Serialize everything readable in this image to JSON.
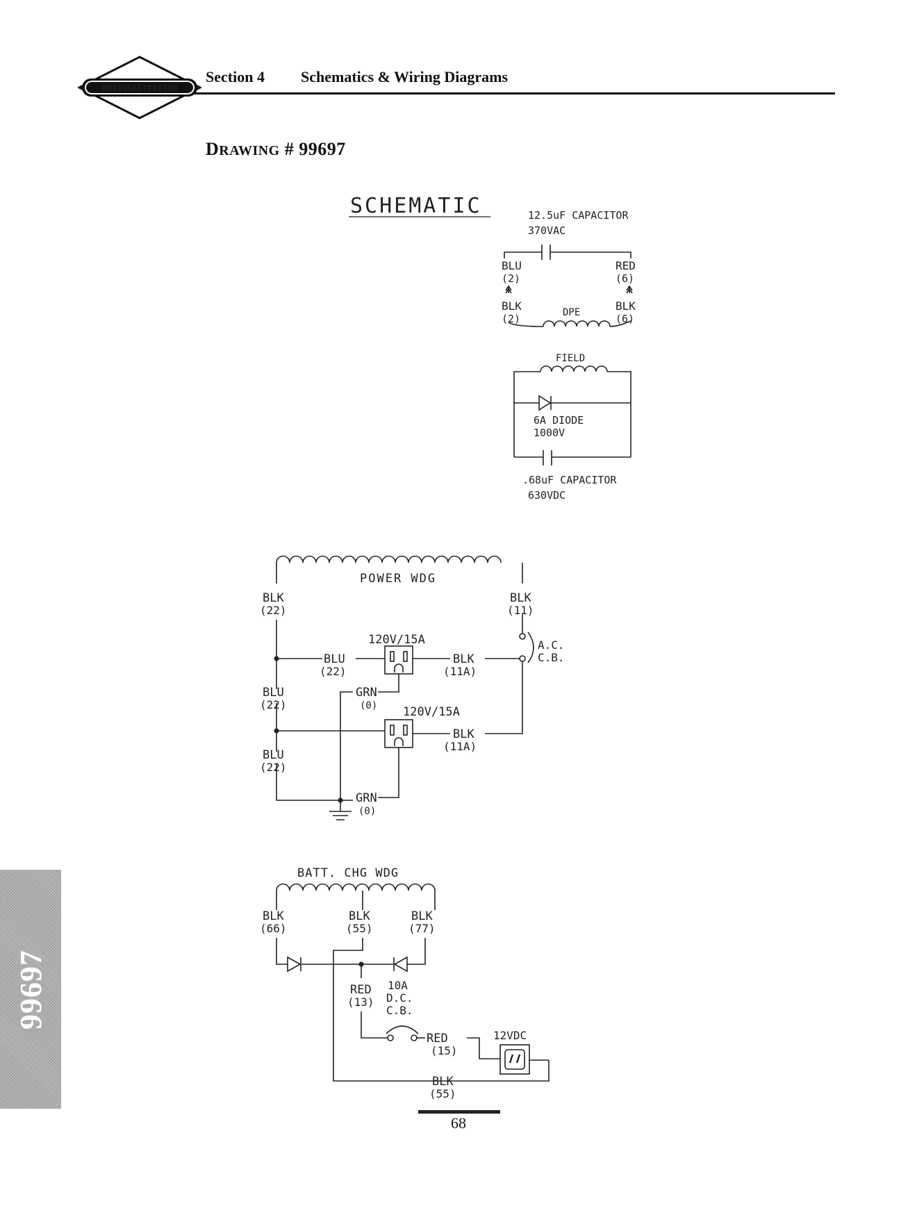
{
  "header": {
    "logo_text": "BRIGGS&STRATTON",
    "section": "Section 4",
    "title": "Schematics & Wiring Diagrams"
  },
  "drawing": {
    "prefix": "D",
    "prefix_small": "RAWING",
    "number": "# 99697"
  },
  "schematic": {
    "heading": "SCHEMATIC",
    "cap1": {
      "label": "12.5uF CAPACITOR",
      "voltage": "370VAC"
    },
    "dpe": {
      "left_top": "BLU",
      "left_top_num": "(2)",
      "right_top": "RED",
      "right_top_num": "(6)",
      "left_bot": "BLK",
      "left_bot_num": "(2)",
      "right_bot": "BLK",
      "right_bot_num": "(6)",
      "coil": "DPE"
    },
    "field": {
      "coil": "FIELD",
      "diode": "6A DIODE",
      "diode_v": "1000V",
      "cap2": ".68uF CAPACITOR",
      "cap2_v": "630VDC"
    },
    "power": {
      "coil": "POWER WDG",
      "blk22": "BLK",
      "blk22_num": "(22)",
      "blk11": "BLK",
      "blk11_num": "(11)",
      "rating1": "120V/15A",
      "rating2": "120V/15A",
      "blu_a": "BLU",
      "blu_a_num": "(22)",
      "blk11a_1": "BLK",
      "blk11a_1_num": "(11A)",
      "blk11a_2": "BLK",
      "blk11a_2_num": "(11A)",
      "acb1": "A.C.",
      "acb2": "C.B.",
      "grn1": "GRN",
      "grn1_num": "(0)",
      "grn2": "GRN",
      "grn2_num": "(0)",
      "blu_b": "BLU",
      "blu_b_num": "(22)",
      "blu_c": "BLU",
      "blu_c_num": "(22)"
    },
    "battery": {
      "coil": "BATT. CHG WDG",
      "blk66": "BLK",
      "blk66_num": "(66)",
      "blk55": "BLK",
      "blk55_num": "(55)",
      "blk77": "BLK",
      "blk77_num": "(77)",
      "red13": "RED",
      "red13_num": "(13)",
      "dccb1": "10A",
      "dccb2": "D.C.",
      "dccb3": "C.B.",
      "red15": "RED",
      "red15_num": "(15)",
      "dc": "12VDC",
      "blk55b": "BLK",
      "blk55b_num": "(55)"
    }
  },
  "side_tab": "99697",
  "page_number": "68"
}
